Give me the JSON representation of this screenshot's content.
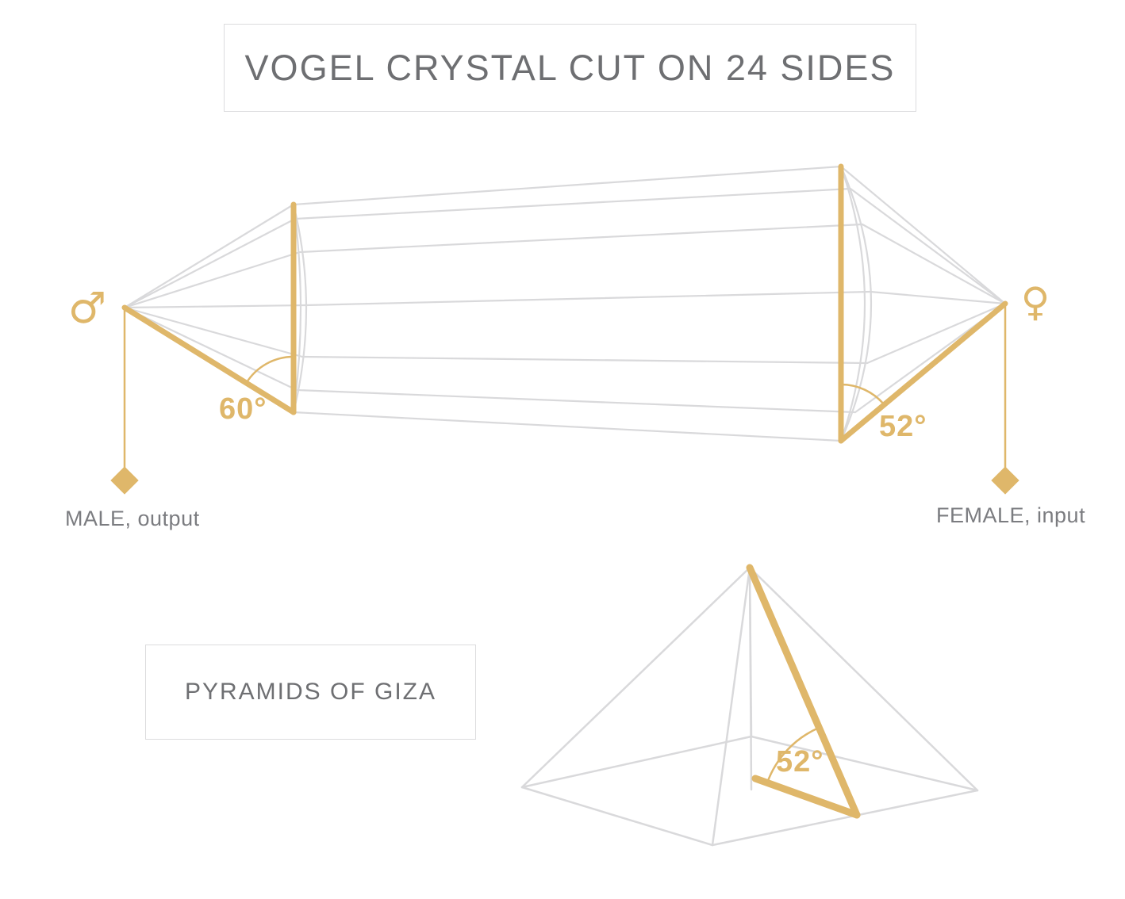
{
  "header": {
    "title": "VOGEL CRYSTAL CUT ON 24 SIDES"
  },
  "crystal": {
    "male_symbol": "♂",
    "female_symbol": "♀",
    "male_label": "MALE, output",
    "female_label": "FEMALE, input",
    "tip_angle_left": "60°",
    "tip_angle_right": "52°"
  },
  "pyramid": {
    "box_label": "PYRAMIDS OF GIZA",
    "slope_angle": "52°"
  },
  "colors": {
    "gold": "#dfb76a",
    "wire_gray": "#d9d9db",
    "heading_gray": "#6e6f72",
    "label_gray": "#7b7c80",
    "box_border": "#dcdcde"
  }
}
